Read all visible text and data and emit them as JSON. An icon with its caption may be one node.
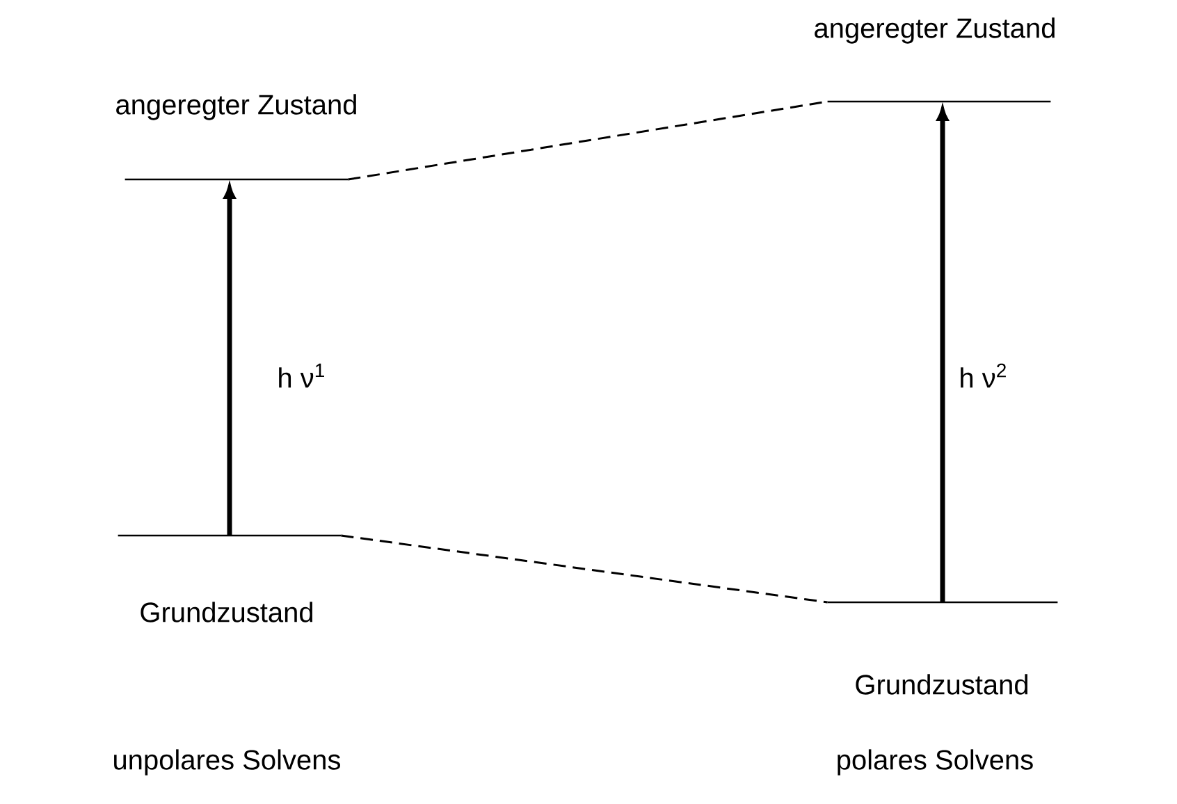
{
  "diagram": {
    "nodes": [
      {
        "text": [
          "angeregter Zustand"
        ]
      },
      {
        "text": [
          "Grundzustand"
        ]
      },
      {
        "text": [
          "angeregter Zustand"
        ]
      },
      {
        "text": [
          "Grundzustand"
        ]
      }
    ],
    "edges": [
      {
        "from": 0,
        "to": 2,
        "arrow": "none",
        "style": "dashed"
      },
      {
        "from": 1,
        "to": 3,
        "arrow": "none",
        "style": "dashed"
      },
      {
        "from": 1,
        "to": 0,
        "arrow": "to",
        "style": "thick",
        "label": "h ν$^{1}$"
      },
      {
        "from": 3,
        "to": 2,
        "arrow": "to",
        "style": "thick",
        "label": "h ν$^{2}$"
      }
    ],
    "labels": [
      "unpolares Solvens",
      "polares Solvens"
    ]
  }
}
